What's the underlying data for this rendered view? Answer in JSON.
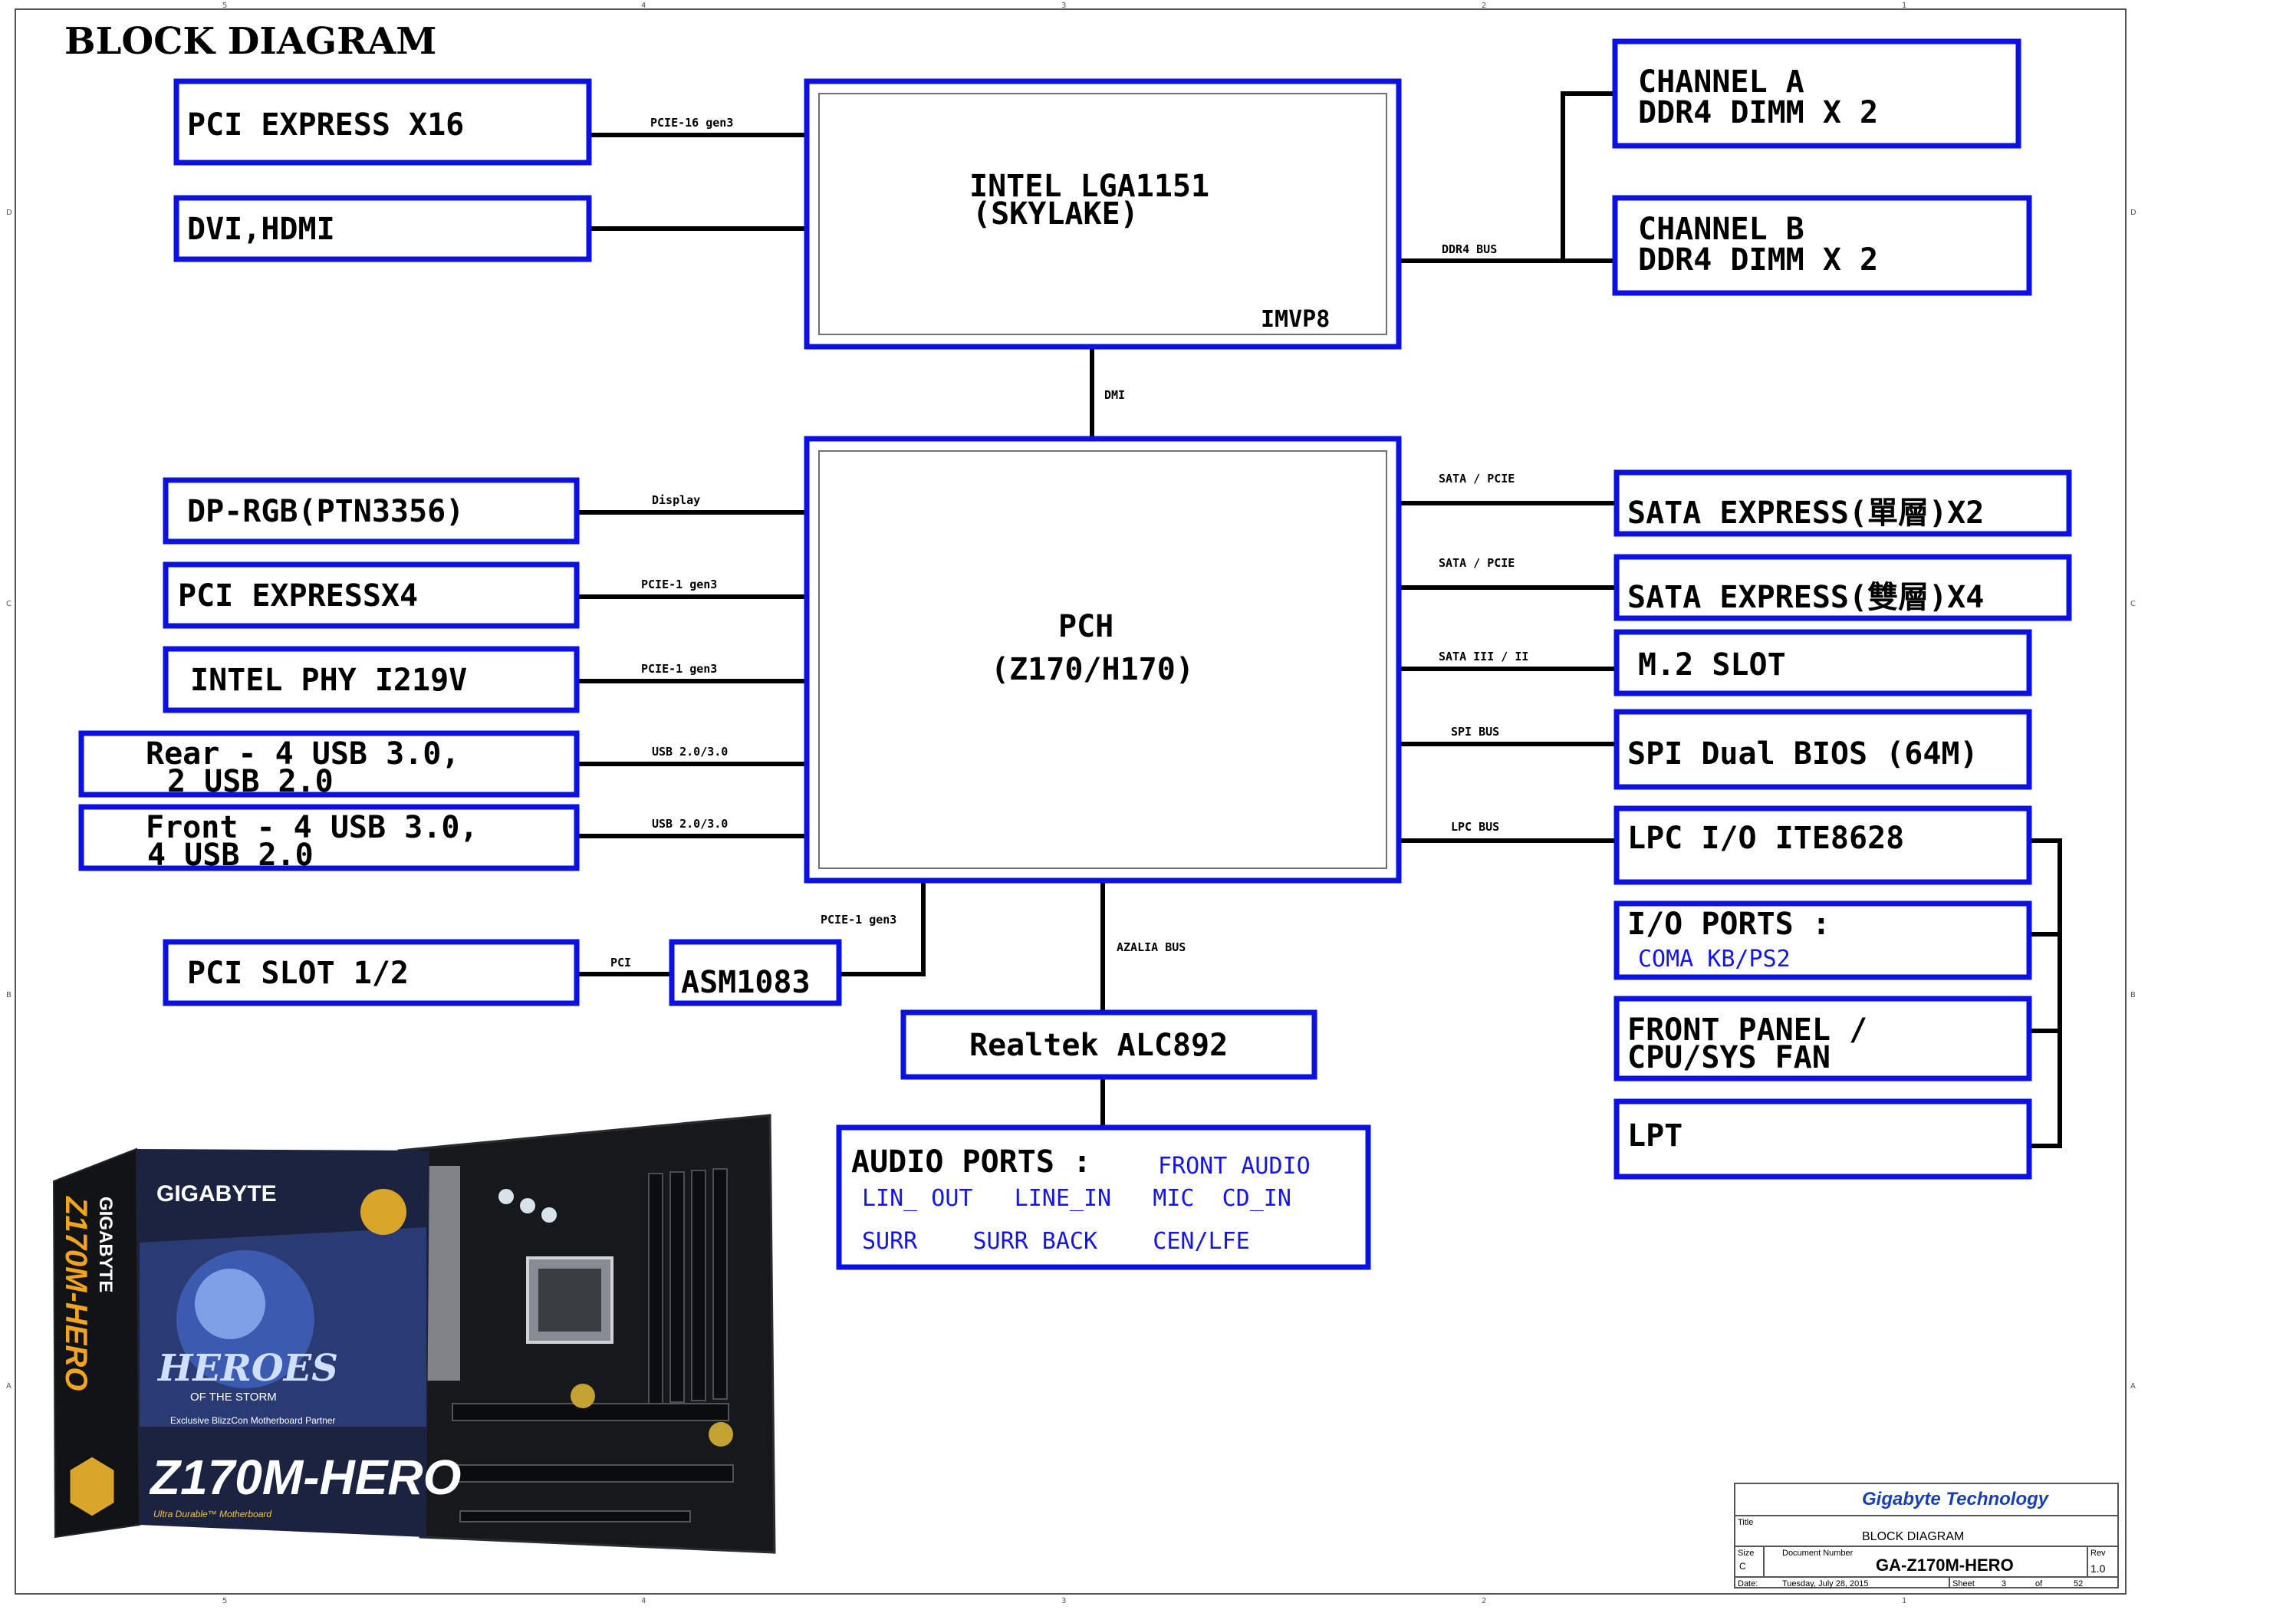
{
  "title": "BLOCK DIAGRAM",
  "cpu": {
    "line1": "INTEL LGA1151",
    "line2": "(SKYLAKE)",
    "vr": "IMVP8"
  },
  "pch": {
    "line1": "PCH",
    "line2": "(Z170/H170)"
  },
  "left_blocks": {
    "pcie16": "PCI EXPRESS X16",
    "dvi": "DVI,HDMI",
    "dp": "DP-RGB(PTN3356)",
    "pcie4": "PCI EXPRESSX4",
    "phy": "INTEL PHY I219V",
    "rear_usb_1": "Rear - 4 USB 3.0,",
    "rear_usb_2": "2 USB 2.0",
    "front_usb_1": "Front - 4 USB 3.0,",
    "front_usb_2": "4 USB 2.0",
    "pci_slot": "PCI SLOT 1/2",
    "asm": "ASM1083"
  },
  "right_blocks": {
    "chan_a_1": "CHANNEL A",
    "chan_a_2": "DDR4  DIMM X 2",
    "chan_b_1": "CHANNEL B",
    "chan_b_2": "DDR4 DIMM X 2",
    "sata1": "SATA EXPRESS(單層)X2",
    "sata2": "SATA EXPRESS(雙層)X4",
    "m2": "M.2 SLOT",
    "spi": "SPI Dual BIOS (64M)",
    "lpc": "LPC I/O ITE8628",
    "io_1": "I/O PORTS :",
    "io_2": "COMA  KB/PS2",
    "fp_1": "FRONT PANEL /",
    "fp_2": "CPU/SYS FAN",
    "lpt": "LPT"
  },
  "audio": {
    "codec": "Realtek ALC892",
    "ports_label": "AUDIO PORTS :",
    "front": "FRONT AUDIO",
    "row2": "LIN_ OUT   LINE_IN   MIC  CD_IN",
    "row3": "SURR    SURR BACK    CEN/LFE"
  },
  "bus_labels": {
    "pcie16": "PCIE-16 gen3",
    "ddr4": "DDR4 BUS",
    "dmi": "DMI",
    "display": "Display",
    "pcie1_a": "PCIE-1 gen3",
    "pcie1_b": "PCIE-1 gen3",
    "usb_a": "USB 2.0/3.0",
    "usb_b": "USB 2.0/3.0",
    "pcie1_c": "PCIE-1 gen3",
    "pci": "PCI",
    "azalia": "AZALIA BUS",
    "sata_pcie_a": "SATA / PCIE",
    "sata_pcie_b": "SATA / PCIE",
    "sata3": "SATA III / II",
    "spi": "SPI BUS",
    "lpc": "LPC BUS"
  },
  "title_block": {
    "company": "Gigabyte Technology",
    "title_label": "Title",
    "title": "BLOCK DIAGRAM",
    "size_label": "Size",
    "size": "C",
    "doc_label": "Document Number",
    "doc": "GA-Z170M-HERO",
    "rev_label": "Rev",
    "rev": "1.0",
    "date_label": "Date:",
    "date": "Tuesday, July 28, 2015",
    "sheet_label": "Sheet",
    "sheet": "3",
    "of_label": "of",
    "total": "52"
  },
  "product": {
    "brand": "GIGABYTE",
    "model": "Z170M-HERO",
    "game": "HEROES",
    "game_sub": "OF THE STORM",
    "partner": "Exclusive BlizzCon Motherboard Partner",
    "tagline": "Ultra Durable™ Motherboard"
  },
  "frame_ticks": {
    "top": [
      "5",
      "4",
      "3",
      "2",
      "1"
    ],
    "side": [
      "D",
      "C",
      "B",
      "A"
    ]
  },
  "colors": {
    "block_border": "#0a10e6",
    "line": "#000000"
  }
}
